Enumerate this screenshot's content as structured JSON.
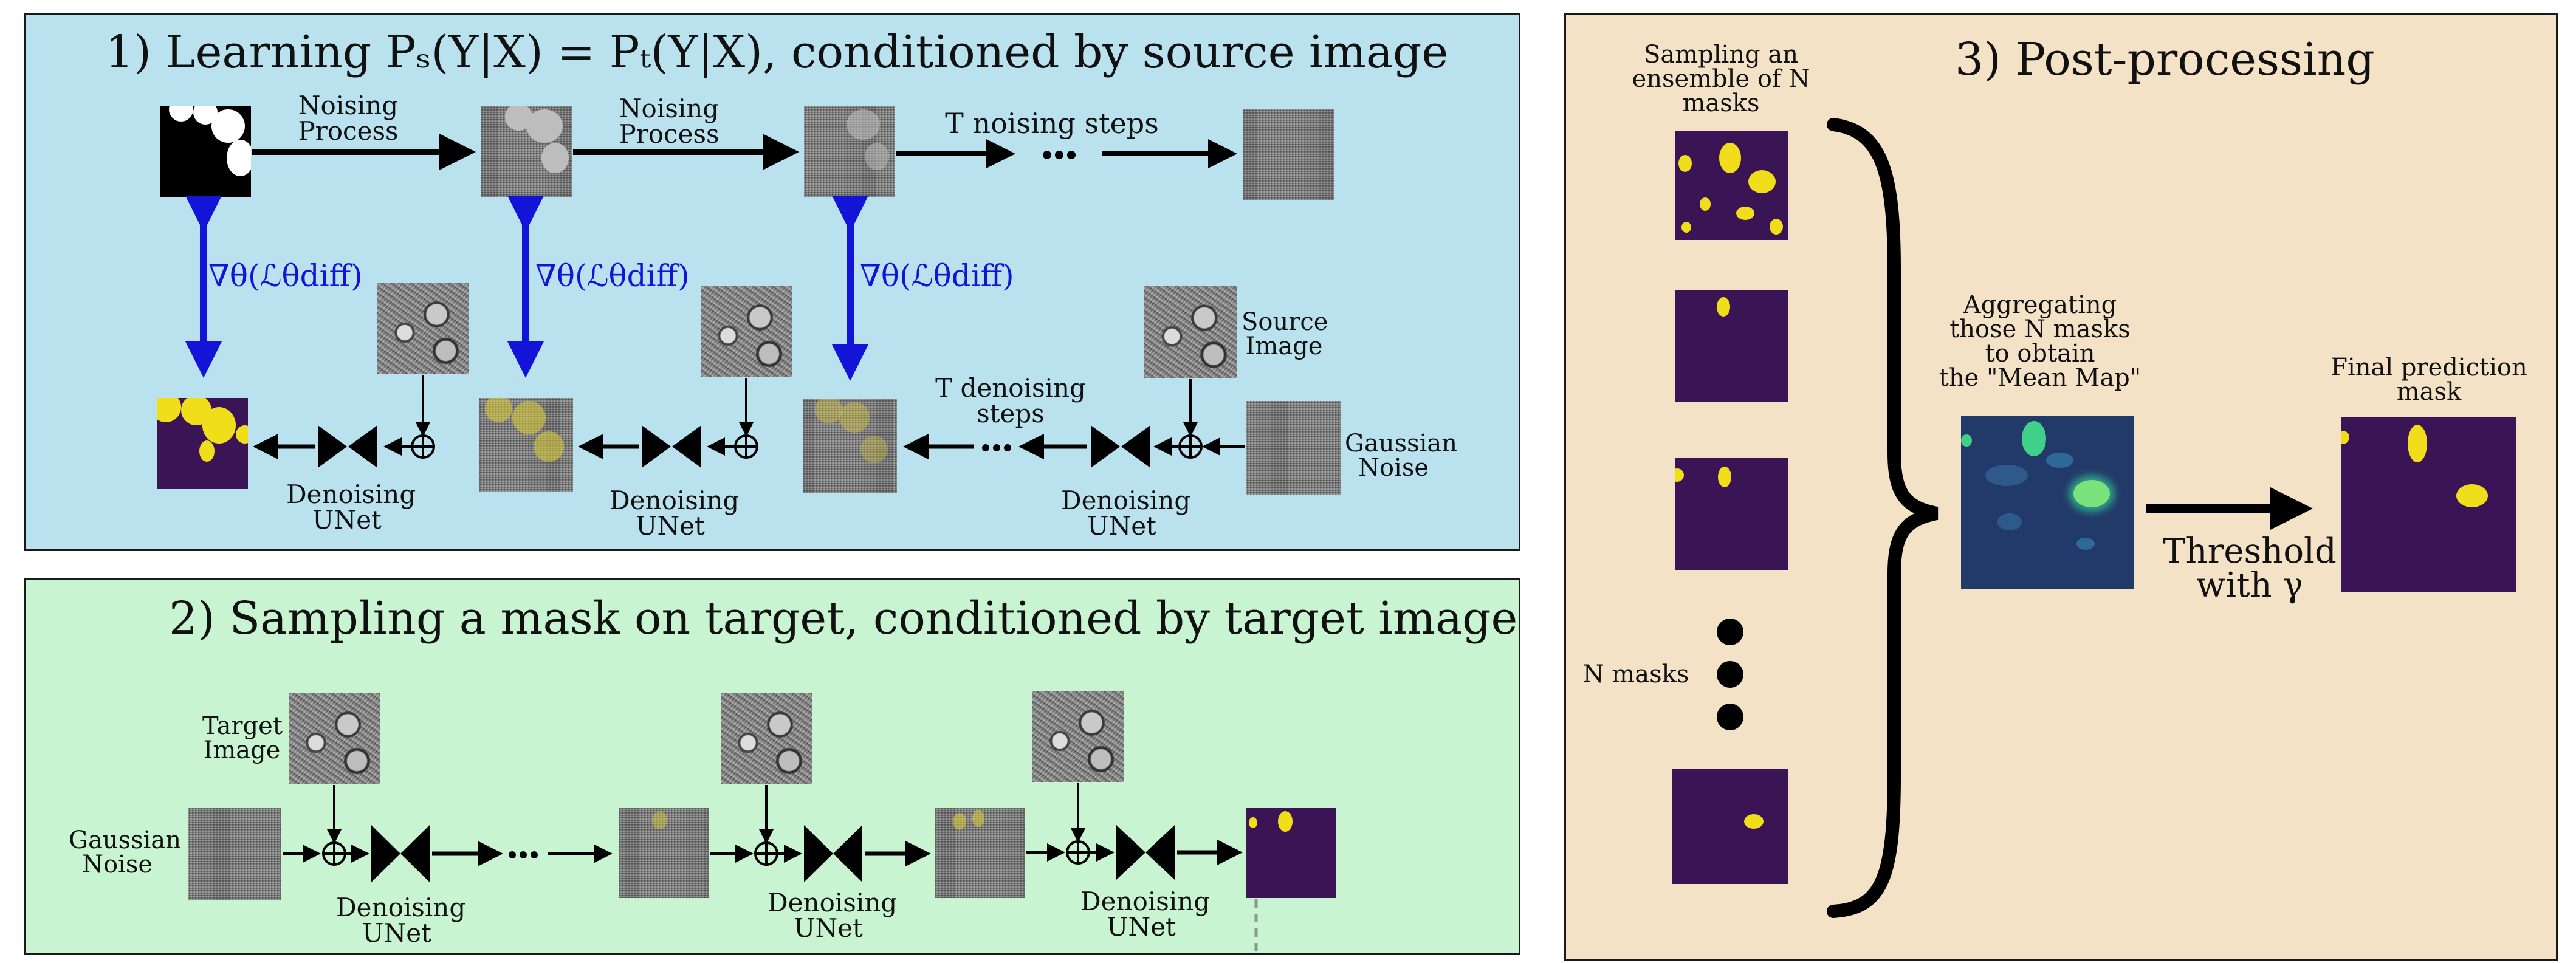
{
  "panel1": {
    "title": "1) Learning Pₛ(Y|X) = Pₜ(Y|X), conditioned by source image",
    "noising_process_1": [
      "Noising",
      "Process"
    ],
    "noising_process_2": [
      "Noising",
      "Process"
    ],
    "t_noising_steps": "T noising steps",
    "gradient_label": "∇θ(ℒθdiff)",
    "t_denoising_steps": [
      "T denoising",
      "steps"
    ],
    "source_image": [
      "Source",
      "Image"
    ],
    "gaussian_noise": [
      "Gaussian",
      "Noise"
    ],
    "denoising_unet": [
      "Denoising",
      "UNet"
    ]
  },
  "panel2": {
    "title": "2) Sampling a mask on target, conditioned by target image",
    "target_image": [
      "Target",
      "Image"
    ],
    "gaussian_noise": [
      "Gaussian",
      "Noise"
    ],
    "denoising_unet": [
      "Denoising",
      "UNet"
    ]
  },
  "panel3": {
    "title": "3) Post-processing",
    "sampling_ensemble": [
      "Sampling an",
      "ensemble of N",
      "masks"
    ],
    "n_masks": "N masks",
    "aggregating": [
      "Aggregating",
      "those N masks",
      "to obtain",
      "the \"Mean Map\""
    ],
    "final_prediction": [
      "Final prediction",
      "mask"
    ],
    "threshold": [
      "Threshold",
      "with γ"
    ]
  },
  "colors": {
    "panel1_bg": "#b9e2ee",
    "panel2_bg": "#c8f4d2",
    "panel3_bg": "#f4e2c6",
    "gradient_arrow": "#1414d8",
    "mask_purple": "#3b1456",
    "mask_yellow": "#f1de1a"
  }
}
